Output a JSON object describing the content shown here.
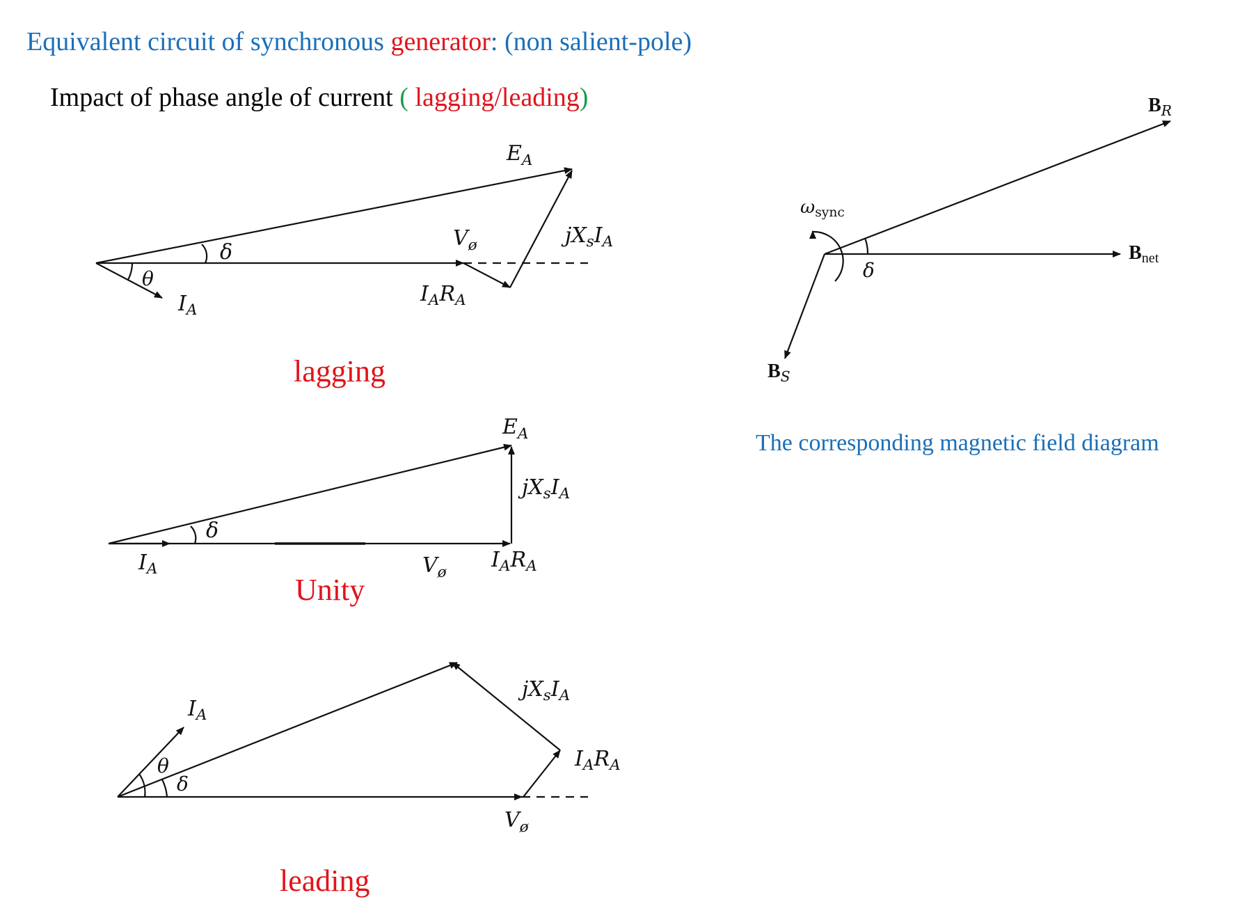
{
  "colors": {
    "blue": "#1a6fb8",
    "red": "#e0141b",
    "green": "#1a9a4a",
    "ink": "#111111"
  },
  "header": {
    "title_part1": "Equivalent circuit of synchronous ",
    "title_part2": "generator",
    "title_part3": ": (non salient-pole)",
    "subtitle_part1": "Impact of phase angle of current ",
    "subtitle_open": "( ",
    "subtitle_part2": "lagging/leading",
    "subtitle_close": ")"
  },
  "captions": {
    "lagging": "lagging",
    "unity": "Unity",
    "leading": "leading",
    "magnetic": "The corresponding magnetic field diagram"
  },
  "labels": {
    "E": "E",
    "A": "A",
    "V": "V",
    "phi": "ø",
    "delta": "δ",
    "theta": "θ",
    "I": "I",
    "R": "R",
    "j": "j",
    "X": "X",
    "s": "s",
    "B": "B",
    "Rsub": "R",
    "Ssub": "S",
    "net": "net",
    "omega": "ω",
    "sync": "sync"
  }
}
